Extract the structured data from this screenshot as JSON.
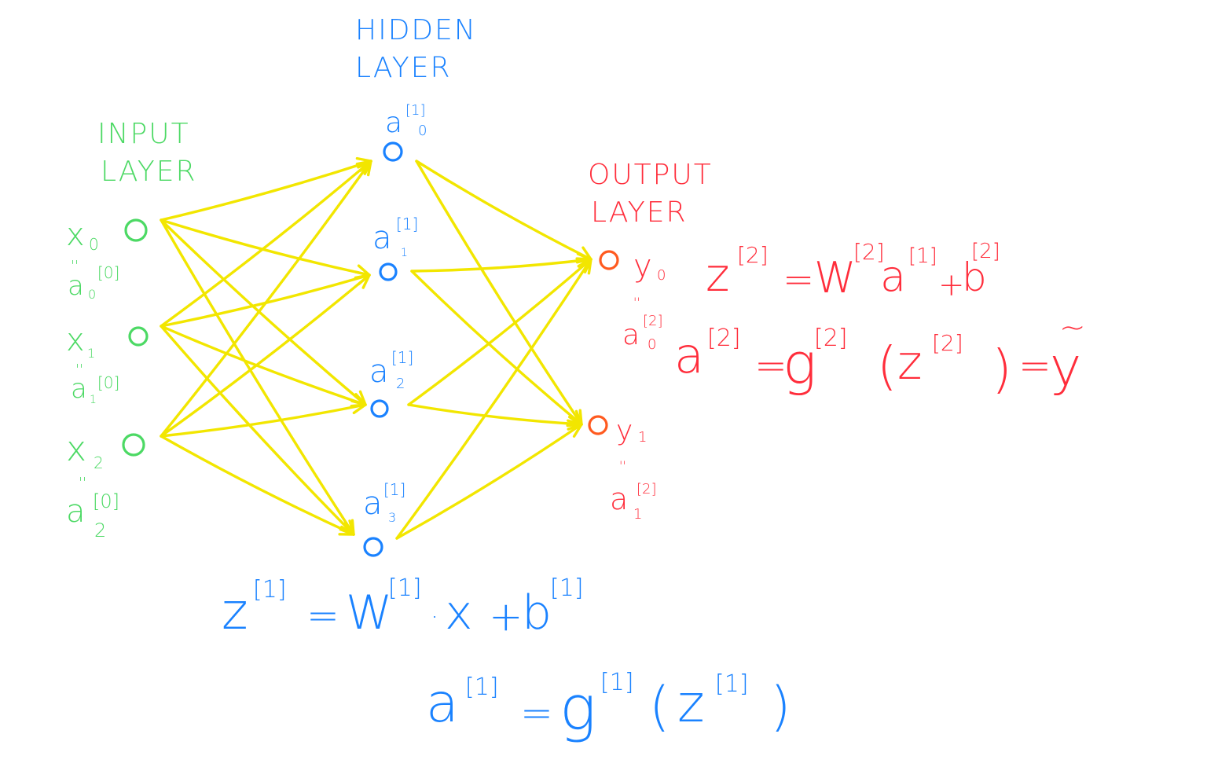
{
  "colors": {
    "input": "#4cd964",
    "hidden": "#1a82ff",
    "output": "#ff2d3b",
    "output_nodes": "#ff5a1f",
    "edges": "#f2e600"
  },
  "layers": {
    "input": {
      "title_line1": "INPUT",
      "title_line2": "LAYER"
    },
    "hidden": {
      "title_line1": "HIDDEN",
      "title_line2": "LAYER"
    },
    "output": {
      "title_line1": "OUTPUT",
      "title_line2": "LAYER"
    }
  },
  "input_nodes": [
    {
      "var": "x",
      "sub": "0",
      "eq": "''",
      "act": "a",
      "act_sub": "0",
      "act_sup": "[0]"
    },
    {
      "var": "x",
      "sub": "1",
      "eq": "''",
      "act": "a",
      "act_sub": "1",
      "act_sup": "[0]"
    },
    {
      "var": "x",
      "sub": "2",
      "eq": "''",
      "act": "a",
      "act_sub": "2",
      "act_sup": "[0]"
    }
  ],
  "hidden_nodes": [
    {
      "act": "a",
      "sub": "0",
      "sup": "[1]"
    },
    {
      "act": "a",
      "sub": "1",
      "sup": "[1]"
    },
    {
      "act": "a",
      "sub": "2",
      "sup": "[1]"
    },
    {
      "act": "a",
      "sub": "3",
      "sup": "[1]"
    }
  ],
  "output_nodes": [
    {
      "var": "y",
      "sub": "0",
      "eq": "''",
      "act": "a",
      "act_sub": "0",
      "act_sup": "[2]"
    },
    {
      "var": "y",
      "sub": "1",
      "eq": "''",
      "act": "a",
      "act_sub": "1",
      "act_sup": "[2]"
    }
  ],
  "equations": {
    "z1": {
      "lhs": "z",
      "lhs_sup": "[1]",
      "eq": "=",
      "w": "W",
      "w_sup": "[1]",
      "dot": "·",
      "x": "x",
      "plus": "+",
      "b": "b",
      "b_sup": "[1]"
    },
    "a1": {
      "lhs": "a",
      "lhs_sup": "[1]",
      "eq": "=",
      "g": "g",
      "g_sup": "[1]",
      "open": "(",
      "arg": "z",
      "arg_sup": "[1]",
      "close": ")"
    },
    "z2": {
      "lhs": "z",
      "lhs_sup": "[2]",
      "eq": "=",
      "w": "W",
      "w_sup": "[2]",
      "a": "a",
      "a_sup": "[1]",
      "plus": "+",
      "b": "b",
      "b_sup": "[2]"
    },
    "a2": {
      "lhs": "a",
      "lhs_sup": "[2]",
      "eq": "=",
      "g": "g",
      "g_sup": "[2]",
      "open": "(",
      "arg": "z",
      "arg_sup": "[2]",
      "close": ")",
      "eq2": "=",
      "yhat": "y",
      "tilde": "~"
    }
  }
}
